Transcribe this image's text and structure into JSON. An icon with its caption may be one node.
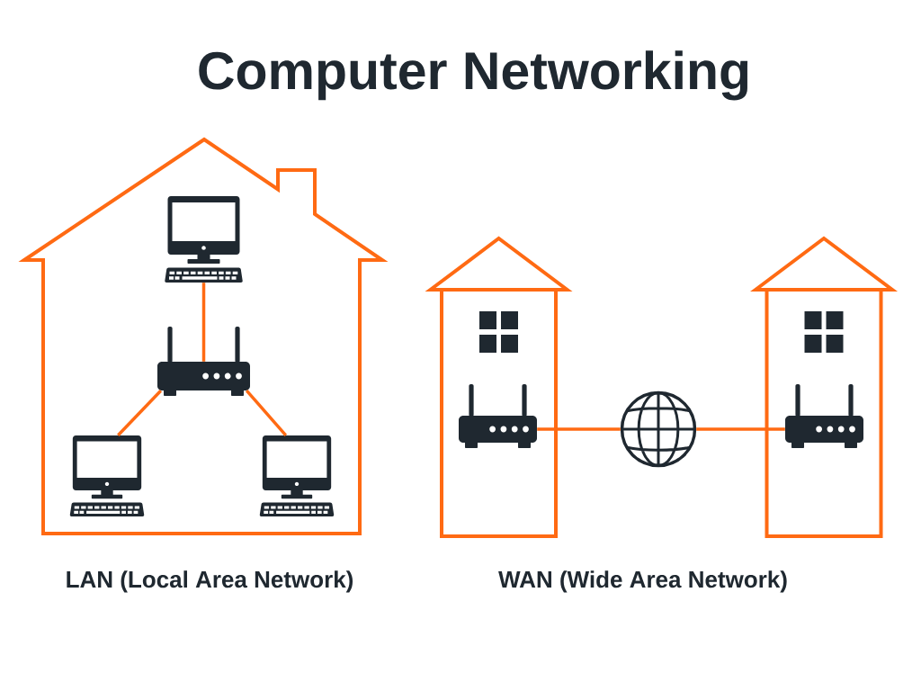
{
  "diagram": {
    "title": "Computer Networking",
    "nodes": [
      {
        "text": [],
        "shape": "house"
      },
      {
        "text": [],
        "shape": "computer",
        "in": 0
      },
      {
        "text": [],
        "shape": "router",
        "in": 0
      },
      {
        "text": [],
        "shape": "computer",
        "in": 0
      },
      {
        "text": [],
        "shape": "computer",
        "in": 0
      },
      {
        "text": [],
        "shape": "building"
      },
      {
        "text": [],
        "shape": "router",
        "in": 5
      },
      {
        "text": [],
        "shape": "globe"
      },
      {
        "text": [],
        "shape": "building"
      },
      {
        "text": [],
        "shape": "router",
        "in": 8
      }
    ],
    "edges": [
      {
        "from": 1,
        "to": 2,
        "arrow": "none"
      },
      {
        "from": 2,
        "to": 3,
        "arrow": "none"
      },
      {
        "from": 2,
        "to": 4,
        "arrow": "none"
      },
      {
        "from": 6,
        "to": 7,
        "arrow": "none"
      },
      {
        "from": 7,
        "to": 9,
        "arrow": "none"
      }
    ],
    "labels": [
      "LAN (Local Area Network)",
      "WAN (Wide Area Network)"
    ]
  }
}
